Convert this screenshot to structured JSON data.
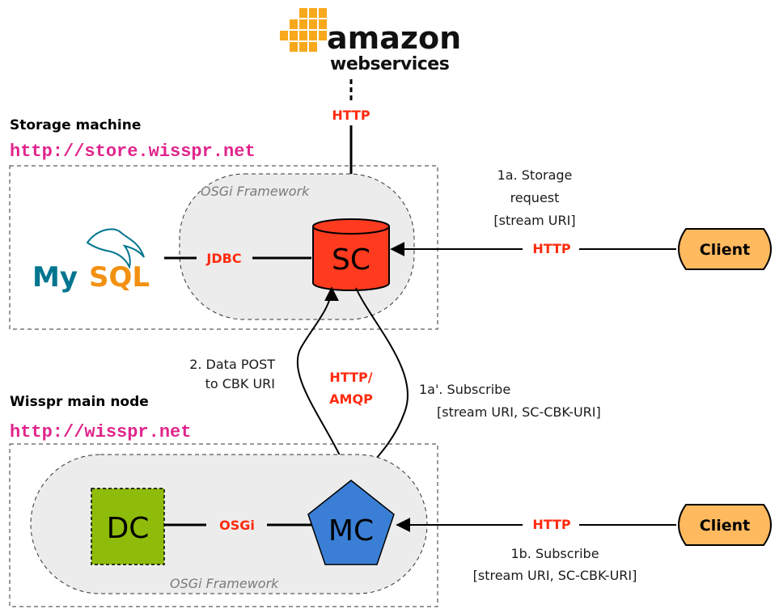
{
  "aws": {
    "brand": "amazon",
    "sub": "webservices",
    "tm": "™"
  },
  "storage": {
    "heading": "Storage machine",
    "url": "http://store.wisspr.net",
    "framework": "OSGi Framework",
    "sc": "SC",
    "jdbc": "JDBC",
    "http_top": "HTTP",
    "mysql_my": "My",
    "mysql_sql": "SQL"
  },
  "main_node": {
    "heading": "Wisspr main node",
    "url": "http://wisspr.net",
    "framework": "OSGi Framework",
    "dc": "DC",
    "mc": "MC",
    "osgi": "OSGi"
  },
  "flows": {
    "storage_request": [
      "1a. Storage",
      "request",
      "[stream URI]"
    ],
    "http_client1": "HTTP",
    "data_post": [
      "2. Data POST",
      "to CBK URI"
    ],
    "http_amqp": [
      "HTTP/",
      "AMQP"
    ],
    "subscribe_sc": [
      "1a'. Subscribe",
      "[stream URI, SC-CBK-URI]"
    ],
    "http_client2": "HTTP",
    "subscribe_client": [
      "1b. Subscribe",
      "[stream URI, SC-CBK-URI]"
    ]
  },
  "clients": {
    "client1": "Client",
    "client2": "Client"
  },
  "colors": {
    "red_label": "#ff2a0e",
    "sc_fill": "#ff3b1f",
    "dc_fill": "#8fbc0a",
    "mc_fill": "#3a7fd5",
    "client_fill": "#ffb95f",
    "framework_fill": "#ececec",
    "url_pink": "#e0248c",
    "aws_orange": "#f7a81b",
    "mysql_blue": "#00758f",
    "mysql_orange": "#f29111"
  }
}
